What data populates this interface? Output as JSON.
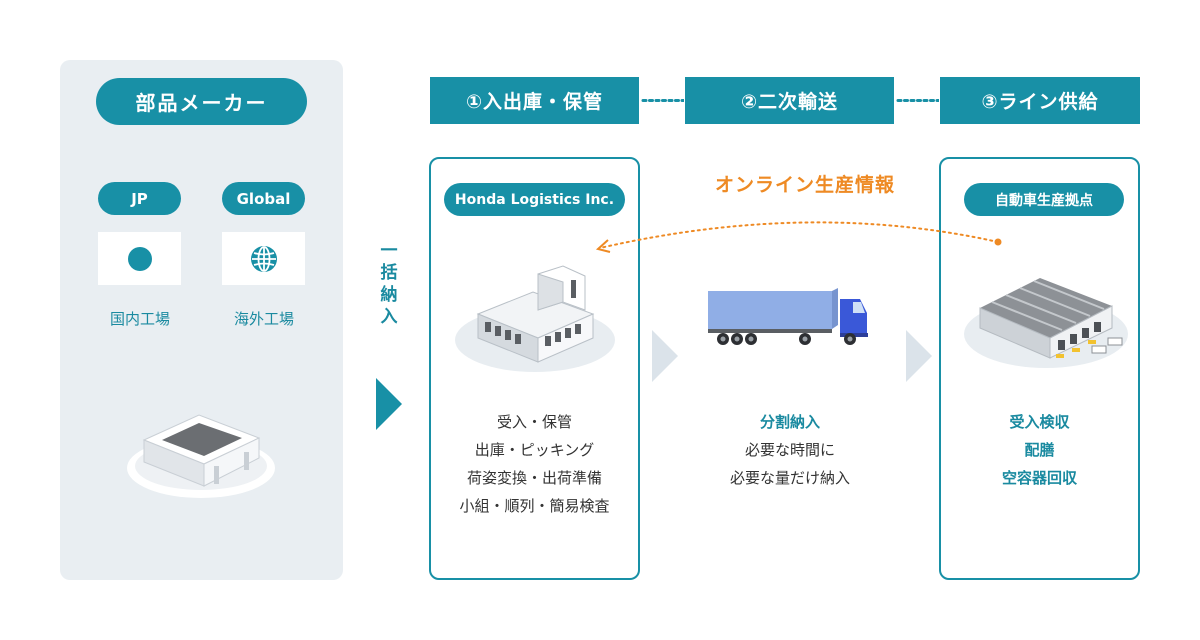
{
  "colors": {
    "teal": "#1890a6",
    "orange": "#ee8a24",
    "panel": "#e9eef2"
  },
  "supplier": {
    "title": "部品メーカー",
    "regions": [
      {
        "label": "JP",
        "icon": "japan-flag-icon",
        "factory": "国内工場"
      },
      {
        "label": "Global",
        "icon": "globe-icon",
        "factory": "海外工場"
      }
    ]
  },
  "bulk_delivery": {
    "label": "一括納入"
  },
  "steps": [
    {
      "header": "①入出庫・保管",
      "pill": "Honda Logistics Inc.",
      "tasks": [
        "受入・保管",
        "出庫・ピッキング",
        "荷姿変換・出荷準備",
        "小組・順列・簡易検査"
      ]
    },
    {
      "header": "②二次輸送",
      "tasks": [
        "分割納入",
        "必要な時間に",
        "必要な量だけ納入"
      ]
    },
    {
      "header": "③ライン供給",
      "pill": "自動車生産拠点",
      "tasks": [
        "受入検収",
        "配膳",
        "空容器回収"
      ]
    }
  ],
  "online_info": "オンライン生産情報"
}
